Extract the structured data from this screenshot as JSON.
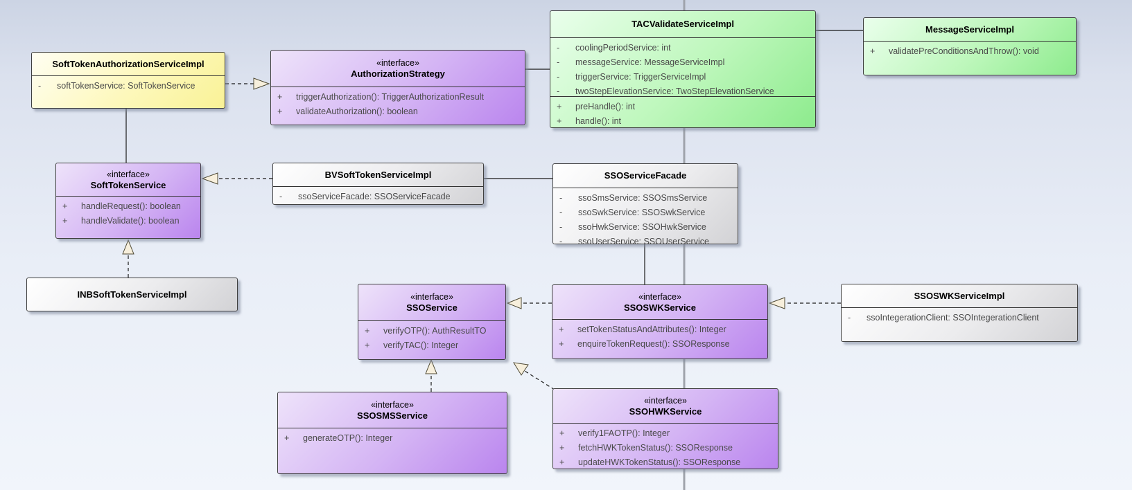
{
  "diagram": {
    "kind": "uml-class-diagram",
    "stereotype_interface": "«interface»"
  },
  "colors": {
    "class_yellow": "#f9f296",
    "class_green": "#8deb8d",
    "class_purple": "#ba85ee",
    "class_gray": "#d2d2d5",
    "connector_black": "#1a1a1a",
    "connector_gray_trunk": "#9fa3ab",
    "triangle_fill": "#f7efdc",
    "background_top": "#ccd4e4",
    "background_bottom": "#f1f5fb"
  },
  "classes": {
    "softTokenAuthorizationServiceImpl": {
      "name": "SoftTokenAuthorizationServiceImpl",
      "attributes": [
        {
          "vis": "-",
          "text": "softTokenService: SoftTokenService"
        }
      ]
    },
    "authorizationStrategy": {
      "stereotype": "«interface»",
      "name": "AuthorizationStrategy",
      "methods": [
        {
          "vis": "+",
          "text": "triggerAuthorization(): TriggerAuthorizationResult"
        },
        {
          "vis": "+",
          "text": "validateAuthorization(): boolean"
        }
      ]
    },
    "tacValidateServiceImpl": {
      "name": "TACValidateServiceImpl",
      "attributes": [
        {
          "vis": "-",
          "text": "coolingPeriodService: int"
        },
        {
          "vis": "-",
          "text": "messageService: MessageServiceImpl"
        },
        {
          "vis": "-",
          "text": "triggerService: TriggerServiceImpl"
        },
        {
          "vis": "-",
          "text": "twoStepElevationService: TwoStepElevationService"
        }
      ],
      "methods": [
        {
          "vis": "+",
          "text": "preHandle(): int"
        },
        {
          "vis": "+",
          "text": "handle(): int"
        }
      ]
    },
    "messageServiceImpl": {
      "name": "MessageServiceImpl",
      "methods": [
        {
          "vis": "+",
          "text": "validatePreConditionsAndThrow(): void"
        }
      ]
    },
    "softTokenService": {
      "stereotype": "«interface»",
      "name": "SoftTokenService",
      "methods": [
        {
          "vis": "+",
          "text": "handleRequest(): boolean"
        },
        {
          "vis": "+",
          "text": "handleValidate(): boolean"
        }
      ]
    },
    "bvSoftTokenServiceImpl": {
      "name": "BVSoftTokenServiceImpl",
      "attributes": [
        {
          "vis": "-",
          "text": "ssoServiceFacade: SSOServiceFacade"
        }
      ]
    },
    "ssoServiceFacade": {
      "name": "SSOServiceFacade",
      "attributes": [
        {
          "vis": "-",
          "text": "ssoSmsService: SSOSmsService"
        },
        {
          "vis": "-",
          "text": "ssoSwkService: SSOSwkService"
        },
        {
          "vis": "-",
          "text": "ssoHwkService: SSOHwkService"
        },
        {
          "vis": "-",
          "text": "ssoUserService: SSOUserService"
        }
      ]
    },
    "inbSoftTokenServiceImpl": {
      "name": "INBSoftTokenServiceImpl"
    },
    "ssoService": {
      "stereotype": "«interface»",
      "name": "SSOService",
      "methods": [
        {
          "vis": "+",
          "text": "verifyOTP(): AuthResultTO"
        },
        {
          "vis": "+",
          "text": "verifyTAC(): Integer"
        }
      ]
    },
    "ssoSwkService": {
      "stereotype": "«interface»",
      "name": "SSOSWKService",
      "methods": [
        {
          "vis": "+",
          "text": "setTokenStatusAndAttributes(): Integer"
        },
        {
          "vis": "+",
          "text": "enquireTokenRequest(): SSOResponse"
        }
      ]
    },
    "ssoSwkServiceImpl": {
      "name": "SSOSWKServiceImpl",
      "attributes": [
        {
          "vis": "-",
          "text": "ssoIntegerationClient: SSOIntegerationClient"
        }
      ]
    },
    "ssoSmsService": {
      "stereotype": "«interface»",
      "name": "SSOSMSService",
      "methods": [
        {
          "vis": "+",
          "text": "generateOTP(): Integer"
        }
      ]
    },
    "ssoHwkService": {
      "stereotype": "«interface»",
      "name": "SSOHWKService",
      "methods": [
        {
          "vis": "+",
          "text": "verify1FAOTP(): Integer"
        },
        {
          "vis": "+",
          "text": "fetchHWKTokenStatus(): SSOResponse"
        },
        {
          "vis": "+",
          "text": "updateHWKTokenStatus(): SSOResponse"
        }
      ]
    }
  },
  "relationships": [
    {
      "type": "realization",
      "from": "SoftTokenAuthorizationServiceImpl",
      "to": "AuthorizationStrategy"
    },
    {
      "type": "association",
      "from": "AuthorizationStrategy",
      "to": "TACValidateServiceImpl"
    },
    {
      "type": "association",
      "from": "TACValidateServiceImpl",
      "to": "MessageServiceImpl"
    },
    {
      "type": "association",
      "from": "SoftTokenAuthorizationServiceImpl",
      "to": "SoftTokenService"
    },
    {
      "type": "realization",
      "from": "BVSoftTokenServiceImpl",
      "to": "SoftTokenService"
    },
    {
      "type": "realization",
      "from": "INBSoftTokenServiceImpl",
      "to": "SoftTokenService"
    },
    {
      "type": "association",
      "from": "BVSoftTokenServiceImpl",
      "to": "SSOServiceFacade"
    },
    {
      "type": "association",
      "from": "SSOServiceFacade",
      "to": "SSOSWKService"
    },
    {
      "type": "realization",
      "from": "SSOSWKService",
      "to": "SSOService"
    },
    {
      "type": "realization",
      "from": "SSOSWKServiceImpl",
      "to": "SSOSWKService"
    },
    {
      "type": "realization",
      "from": "SSOSMSService",
      "to": "SSOService"
    },
    {
      "type": "realization",
      "from": "SSOHWKService",
      "to": "SSOService"
    },
    {
      "type": "association-trunk",
      "from": "TACValidateServiceImpl",
      "to": "(off-screen)"
    }
  ]
}
